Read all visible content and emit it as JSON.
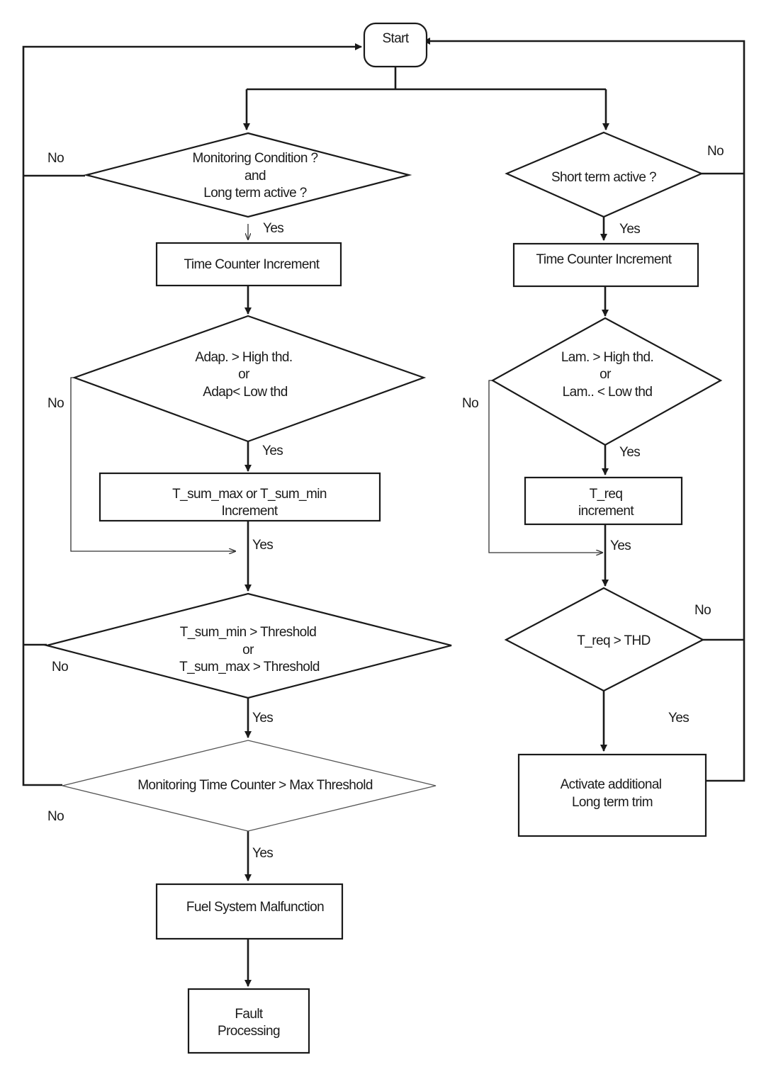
{
  "flowchart": {
    "start": "Start",
    "left": {
      "monitoring_condition": [
        "Monitoring  Condition ?",
        "and",
        "Long term active ?"
      ],
      "time_counter": "Time Counter Increment",
      "adap_check": [
        "Adap. > High thd.",
        "or",
        "Adap< Low thd"
      ],
      "t_sum_increment": [
        "T_sum_max or  T_sum_min",
        "Increment"
      ],
      "t_sum_threshold": [
        "T_sum_min > Threshold",
        "or",
        "T_sum_max > Threshold"
      ],
      "monitoring_time": "Monitoring Time Counter > Max Threshold",
      "fuel_malfunction": "Fuel System Malfunction",
      "fault_processing": [
        "Fault",
        "Processing"
      ]
    },
    "right": {
      "short_term": "Short term active ?",
      "time_counter": "Time Counter Increment",
      "lam_check": [
        "Lam. > High thd.",
        "or",
        "Lam.. < Low thd"
      ],
      "t_req_increment": [
        "T_req",
        "increment"
      ],
      "t_req_thd": "T_req > THD",
      "activate_trim": [
        "Activate additional",
        "Long term trim"
      ]
    },
    "labels": {
      "yes": "Yes",
      "no": "No"
    }
  },
  "colors": {
    "line": "#1a1a1a",
    "background": "#ffffff"
  }
}
